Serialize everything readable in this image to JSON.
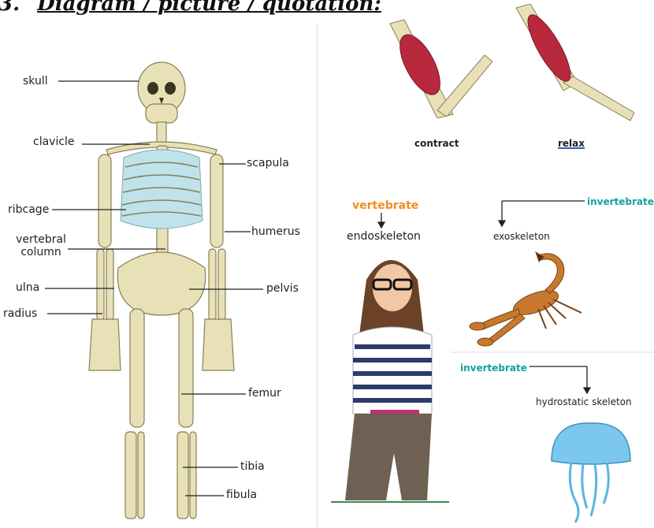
{
  "heading": {
    "number": "3.",
    "text": "Diagram / picture / quotation:"
  },
  "skeleton": {
    "labels": {
      "skull": "skull",
      "clavicle": "clavicle",
      "scapula": "scapula",
      "ribcage": "ribcage",
      "humerus": "humerus",
      "vertebral_1": "vertebral",
      "vertebral_2": "column",
      "ulna": "ulna",
      "pelvis": "pelvis",
      "radius": "radius",
      "femur": "femur",
      "tibia": "tibia",
      "fibula": "fibula"
    }
  },
  "muscles": {
    "contract": "contract",
    "relax": "relax"
  },
  "skeleton_types": {
    "vertebrate": "vertebrate",
    "endoskeleton": "endoskeleton",
    "invertebrate_1": "invertebrate",
    "exoskeleton": "exoskeleton",
    "invertebrate_2": "invertebrate",
    "hydrostatic": "hydrostatic skeleton"
  },
  "colors": {
    "bone": "#e8e1b8",
    "bone_shade": "#b9ae7c",
    "ribcage": "#bfe3ea",
    "muscle": "#b8293d",
    "orange": "#f28c1e",
    "teal": "#11a39b",
    "scorpion": "#c9782f",
    "jellyfish": "#5ab6e0"
  }
}
